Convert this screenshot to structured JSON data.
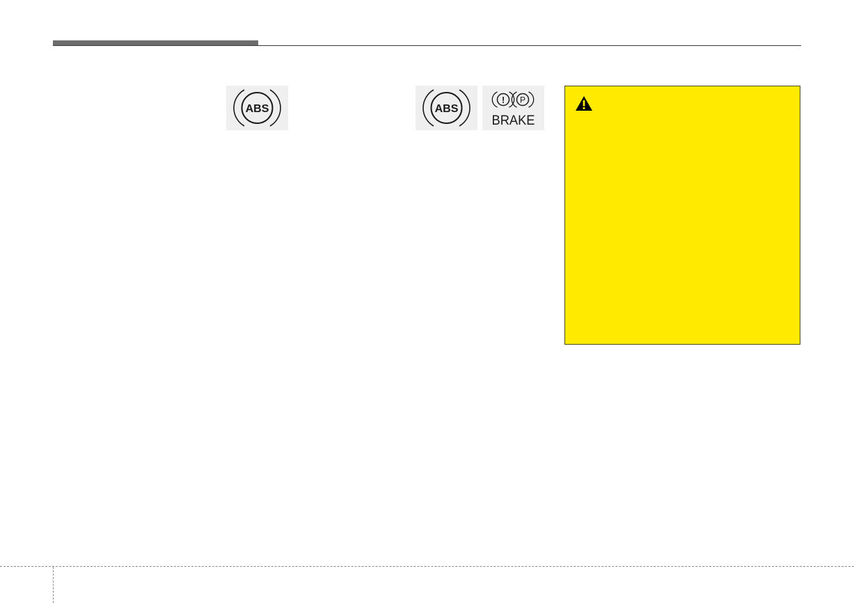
{
  "icons": {
    "abs_single": {
      "name": "abs-warning-icon",
      "label": "ABS"
    },
    "abs_pair": {
      "name": "abs-warning-icon",
      "label": "ABS"
    },
    "brake": {
      "name": "brake-warning-icon",
      "exclamation": "!",
      "parking": "P",
      "label": "BRAKE"
    }
  },
  "warning": {
    "icon": "warning-triangle-icon",
    "background": "#ffea00"
  },
  "colors": {
    "header_bar": "#6d6d6d",
    "icon_background": "#efefef",
    "warning_background": "#ffea00"
  }
}
